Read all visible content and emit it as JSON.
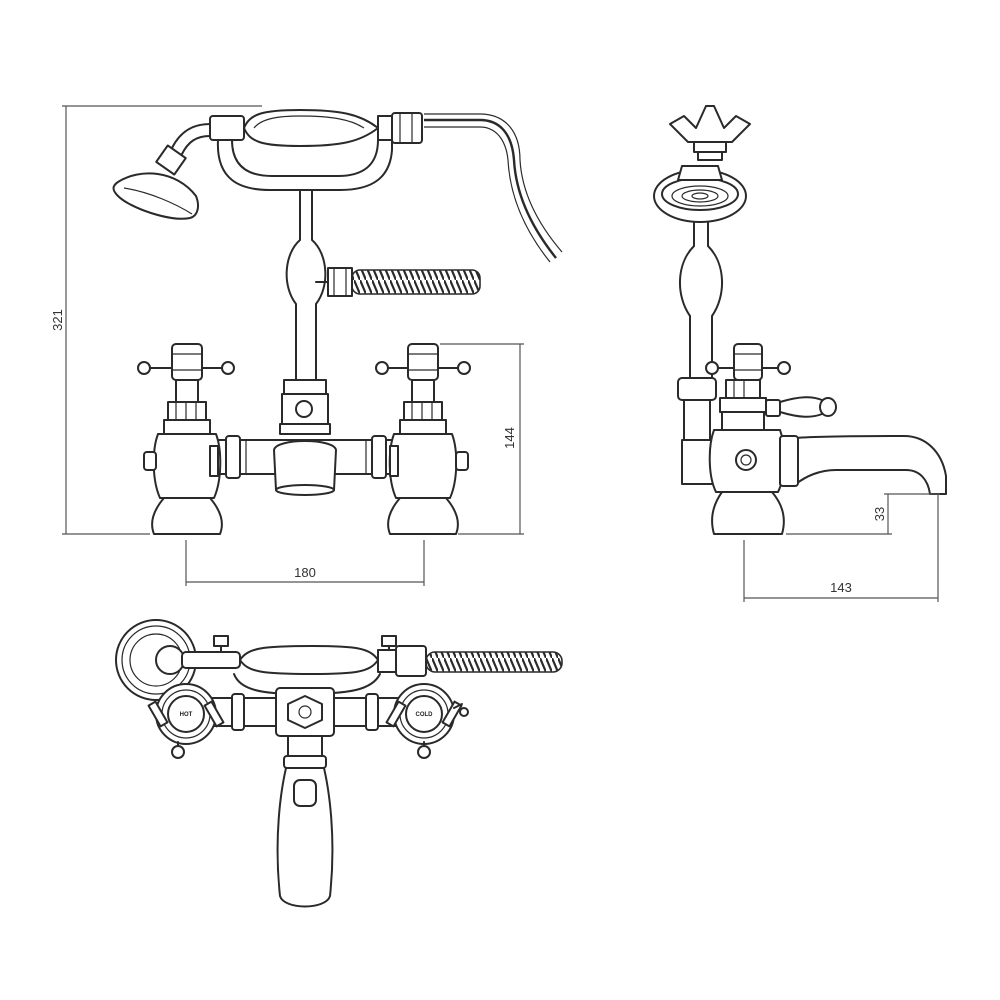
{
  "dimensions": {
    "overall_height": "321",
    "body_height": "144",
    "centres_width": "180",
    "spout_height": "33",
    "spout_projection": "143"
  },
  "handle_labels": {
    "hot": "HOT",
    "cold": "COLD"
  },
  "colors": {
    "line": "#2a2a2a",
    "background": "#ffffff"
  }
}
